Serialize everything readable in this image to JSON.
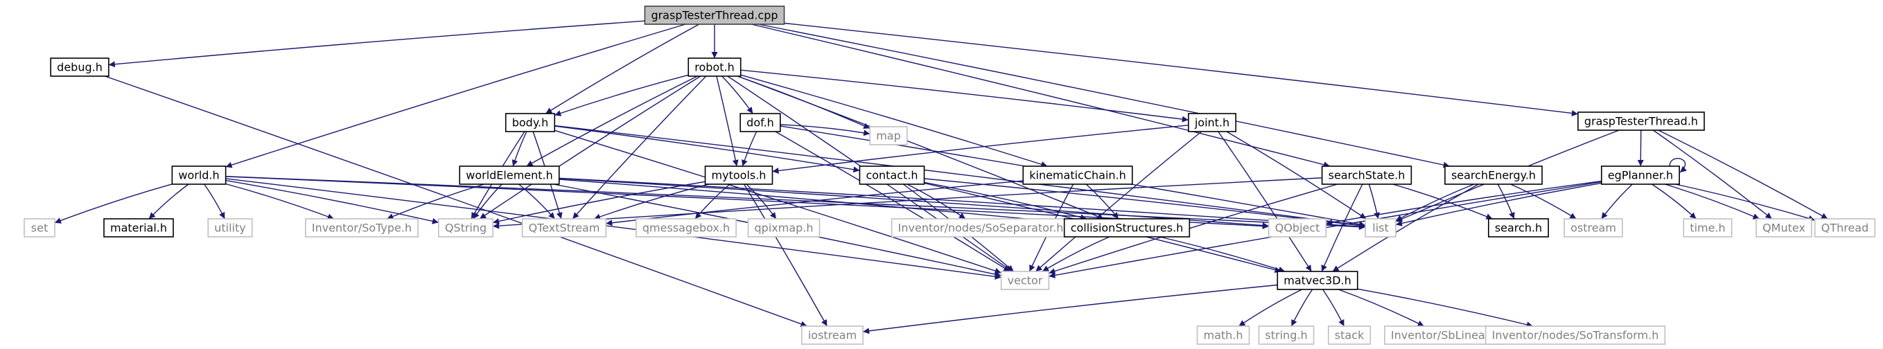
{
  "diagram": {
    "nodes": [
      {
        "id": "graspTesterThread_cpp",
        "label": "graspTesterThread.cpp",
        "kind": "root"
      },
      {
        "id": "debug_h",
        "label": "debug.h",
        "kind": "documented"
      },
      {
        "id": "robot_h",
        "label": "robot.h",
        "kind": "documented"
      },
      {
        "id": "graspTesterThread_h",
        "label": "graspTesterThread.h",
        "kind": "documented"
      },
      {
        "id": "body_h",
        "label": "body.h",
        "kind": "documented"
      },
      {
        "id": "dof_h",
        "label": "dof.h",
        "kind": "documented"
      },
      {
        "id": "joint_h",
        "label": "joint.h",
        "kind": "documented"
      },
      {
        "id": "world_h",
        "label": "world.h",
        "kind": "documented"
      },
      {
        "id": "worldElement_h",
        "label": "worldElement.h",
        "kind": "documented"
      },
      {
        "id": "mytools_h",
        "label": "mytools.h",
        "kind": "documented"
      },
      {
        "id": "contact_h",
        "label": "contact.h",
        "kind": "documented"
      },
      {
        "id": "kinematicChain_h",
        "label": "kinematicChain.h",
        "kind": "documented"
      },
      {
        "id": "searchState_h",
        "label": "searchState.h",
        "kind": "documented"
      },
      {
        "id": "searchEnergy_h",
        "label": "searchEnergy.h",
        "kind": "documented"
      },
      {
        "id": "egPlanner_h",
        "label": "egPlanner.h",
        "kind": "documented"
      },
      {
        "id": "map",
        "label": "map",
        "kind": "external"
      },
      {
        "id": "set",
        "label": "set",
        "kind": "external"
      },
      {
        "id": "material_h",
        "label": "material.h",
        "kind": "documented"
      },
      {
        "id": "utility",
        "label": "utility",
        "kind": "external"
      },
      {
        "id": "Inventor_SoType_h",
        "label": "Inventor/SoType.h",
        "kind": "external"
      },
      {
        "id": "QString",
        "label": "QString",
        "kind": "external"
      },
      {
        "id": "QTextStream",
        "label": "QTextStream",
        "kind": "external"
      },
      {
        "id": "qmessagebox_h",
        "label": "qmessagebox.h",
        "kind": "external"
      },
      {
        "id": "qpixmap_h",
        "label": "qpixmap.h",
        "kind": "external"
      },
      {
        "id": "Inventor_nodes_SoSeparator_h",
        "label": "Inventor/nodes/SoSeparator.h",
        "kind": "external"
      },
      {
        "id": "collisionStructures_h",
        "label": "collisionStructures.h",
        "kind": "documented"
      },
      {
        "id": "QObject",
        "label": "QObject",
        "kind": "external"
      },
      {
        "id": "list",
        "label": "list",
        "kind": "external"
      },
      {
        "id": "search_h",
        "label": "search.h",
        "kind": "documented"
      },
      {
        "id": "ostream",
        "label": "ostream",
        "kind": "external"
      },
      {
        "id": "time_h",
        "label": "time.h",
        "kind": "external"
      },
      {
        "id": "QMutex",
        "label": "QMutex",
        "kind": "external"
      },
      {
        "id": "QThread",
        "label": "QThread",
        "kind": "external"
      },
      {
        "id": "vector",
        "label": "vector",
        "kind": "external"
      },
      {
        "id": "matvec3D_h",
        "label": "matvec3D.h",
        "kind": "documented"
      },
      {
        "id": "iostream",
        "label": "iostream",
        "kind": "external"
      },
      {
        "id": "math_h",
        "label": "math.h",
        "kind": "external"
      },
      {
        "id": "string_h",
        "label": "string.h",
        "kind": "external"
      },
      {
        "id": "stack",
        "label": "stack",
        "kind": "external"
      },
      {
        "id": "Inventor_SbLinear_h",
        "label": "Inventor/SbLinear.h",
        "kind": "external"
      },
      {
        "id": "Inventor_nodes_SoTransform_h",
        "label": "Inventor/nodes/SoTransform.h",
        "kind": "external"
      }
    ],
    "edges": [
      [
        "graspTesterThread_cpp",
        "debug_h"
      ],
      [
        "graspTesterThread_cpp",
        "robot_h"
      ],
      [
        "graspTesterThread_cpp",
        "body_h"
      ],
      [
        "graspTesterThread_cpp",
        "world_h"
      ],
      [
        "graspTesterThread_cpp",
        "searchState_h"
      ],
      [
        "graspTesterThread_cpp",
        "searchEnergy_h"
      ],
      [
        "graspTesterThread_cpp",
        "graspTesterThread_h"
      ],
      [
        "debug_h",
        "iostream"
      ],
      [
        "robot_h",
        "body_h"
      ],
      [
        "robot_h",
        "dof_h"
      ],
      [
        "robot_h",
        "joint_h"
      ],
      [
        "robot_h",
        "worldElement_h"
      ],
      [
        "robot_h",
        "mytools_h"
      ],
      [
        "robot_h",
        "kinematicChain_h"
      ],
      [
        "robot_h",
        "map"
      ],
      [
        "robot_h",
        "QString"
      ],
      [
        "robot_h",
        "QTextStream"
      ],
      [
        "robot_h",
        "vector"
      ],
      [
        "robot_h",
        "collisionStructures_h"
      ],
      [
        "body_h",
        "worldElement_h"
      ],
      [
        "body_h",
        "contact_h"
      ],
      [
        "body_h",
        "QString"
      ],
      [
        "body_h",
        "QTextStream"
      ],
      [
        "body_h",
        "vector"
      ],
      [
        "body_h",
        "list"
      ],
      [
        "dof_h",
        "mytools_h"
      ],
      [
        "dof_h",
        "map"
      ],
      [
        "dof_h",
        "list"
      ],
      [
        "dof_h",
        "vector"
      ],
      [
        "joint_h",
        "mytools_h"
      ],
      [
        "joint_h",
        "list"
      ],
      [
        "joint_h",
        "vector"
      ],
      [
        "joint_h",
        "matvec3D_h"
      ],
      [
        "world_h",
        "set"
      ],
      [
        "world_h",
        "material_h"
      ],
      [
        "world_h",
        "utility"
      ],
      [
        "world_h",
        "Inventor_SoType_h"
      ],
      [
        "world_h",
        "QString"
      ],
      [
        "world_h",
        "vector"
      ],
      [
        "world_h",
        "QObject"
      ],
      [
        "world_h",
        "list"
      ],
      [
        "worldElement_h",
        "Inventor_SoType_h"
      ],
      [
        "worldElement_h",
        "QString"
      ],
      [
        "worldElement_h",
        "QTextStream"
      ],
      [
        "worldElement_h",
        "vector"
      ],
      [
        "worldElement_h",
        "collisionStructures_h"
      ],
      [
        "worldElement_h",
        "QObject"
      ],
      [
        "worldElement_h",
        "list"
      ],
      [
        "mytools_h",
        "QString"
      ],
      [
        "mytools_h",
        "QTextStream"
      ],
      [
        "mytools_h",
        "qmessagebox_h"
      ],
      [
        "mytools_h",
        "qpixmap_h"
      ],
      [
        "mytools_h",
        "iostream"
      ],
      [
        "contact_h",
        "Inventor_nodes_SoSeparator_h"
      ],
      [
        "contact_h",
        "collisionStructures_h"
      ],
      [
        "contact_h",
        "list"
      ],
      [
        "contact_h",
        "vector"
      ],
      [
        "contact_h",
        "matvec3D_h"
      ],
      [
        "kinematicChain_h",
        "collisionStructures_h"
      ],
      [
        "kinematicChain_h",
        "vector"
      ],
      [
        "kinematicChain_h",
        "QTextStream"
      ],
      [
        "collisionStructures_h",
        "vector"
      ],
      [
        "collisionStructures_h",
        "matvec3D_h"
      ],
      [
        "searchState_h",
        "list"
      ],
      [
        "searchState_h",
        "vector"
      ],
      [
        "searchState_h",
        "search_h"
      ],
      [
        "searchState_h",
        "matvec3D_h"
      ],
      [
        "searchState_h",
        "QString"
      ],
      [
        "searchEnergy_h",
        "list"
      ],
      [
        "searchEnergy_h",
        "search_h"
      ],
      [
        "searchEnergy_h",
        "ostream"
      ],
      [
        "searchEnergy_h",
        "matvec3D_h"
      ],
      [
        "graspTesterThread_h",
        "list"
      ],
      [
        "graspTesterThread_h",
        "egPlanner_h"
      ],
      [
        "graspTesterThread_h",
        "QMutex"
      ],
      [
        "graspTesterThread_h",
        "QThread"
      ],
      [
        "egPlanner_h",
        "egPlanner_h"
      ],
      [
        "egPlanner_h",
        "list"
      ],
      [
        "egPlanner_h",
        "vector"
      ],
      [
        "egPlanner_h",
        "QObject"
      ],
      [
        "egPlanner_h",
        "ostream"
      ],
      [
        "egPlanner_h",
        "time_h"
      ],
      [
        "egPlanner_h",
        "QMutex"
      ],
      [
        "egPlanner_h",
        "QThread"
      ],
      [
        "matvec3D_h",
        "iostream"
      ],
      [
        "matvec3D_h",
        "math_h"
      ],
      [
        "matvec3D_h",
        "string_h"
      ],
      [
        "matvec3D_h",
        "stack"
      ],
      [
        "matvec3D_h",
        "Inventor_SbLinear_h"
      ],
      [
        "matvec3D_h",
        "Inventor_nodes_SoTransform_h"
      ]
    ]
  },
  "colors": {
    "edge": "#191970",
    "documented_border": "#000000",
    "documented_fill": "#ffffff",
    "external_border": "#bfbfbf",
    "external_fill": "#ffffff",
    "root_border": "#404040",
    "root_fill": "#bfbfbf",
    "external_text": "#808080",
    "documented_text": "#000000"
  }
}
